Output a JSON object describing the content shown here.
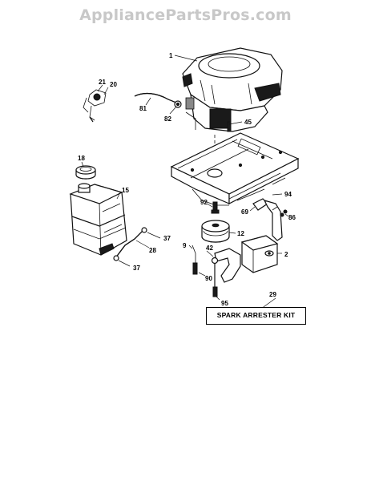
{
  "watermark": "AppliancePartsPros.com",
  "callouts": {
    "p1": "1",
    "p21": "21",
    "p20": "20",
    "p81": "81",
    "p82": "82",
    "p45": "45",
    "p18": "18",
    "p15": "15",
    "p92": "92",
    "p94": "94",
    "p69": "69",
    "p86": "86",
    "p12": "12",
    "p37a": "37",
    "p28": "28",
    "p37b": "37",
    "p9": "9",
    "p42": "42",
    "p2": "2",
    "p90": "90",
    "p95": "95",
    "p29": "29"
  },
  "kit_label": "SPARK ARRESTER KIT"
}
